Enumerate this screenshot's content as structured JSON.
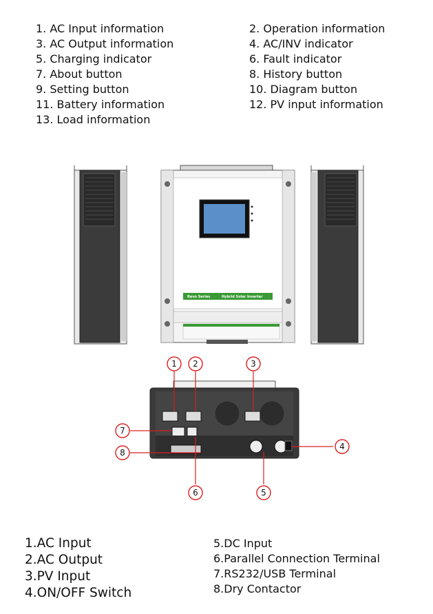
{
  "top_legend": {
    "left": [
      "1. AC Input information",
      "3. AC Output information",
      "5. Charging indicator",
      "7. About button",
      "9. Setting button",
      "11. Battery information",
      "13. Load information"
    ],
    "right": [
      "2. Operation information",
      "4. AC/INV indicator",
      "6. Fault indicator",
      "8. History button",
      "10. Diagram button",
      "12. PV input information"
    ]
  },
  "device": {
    "banner_brand": "Revo Series",
    "banner_subtitle": "Hybrid Solar Inverter"
  },
  "callouts": [
    "1",
    "2",
    "3",
    "4",
    "5",
    "6",
    "7",
    "8"
  ],
  "bottom_legend": {
    "left": [
      "1.AC Input",
      "2.AC Output",
      "3.PV Input",
      "4.ON/OFF Switch"
    ],
    "right": [
      "5.DC Input",
      "6.Parallel Connection Terminal",
      "7.RS232/USB Terminal",
      "8.Dry Contactor"
    ]
  },
  "colors": {
    "callout_ring": "#d82020",
    "leader_line": "#d82020",
    "banner_green": "#3a9a35",
    "panel_dark": "#3a3a3a"
  }
}
